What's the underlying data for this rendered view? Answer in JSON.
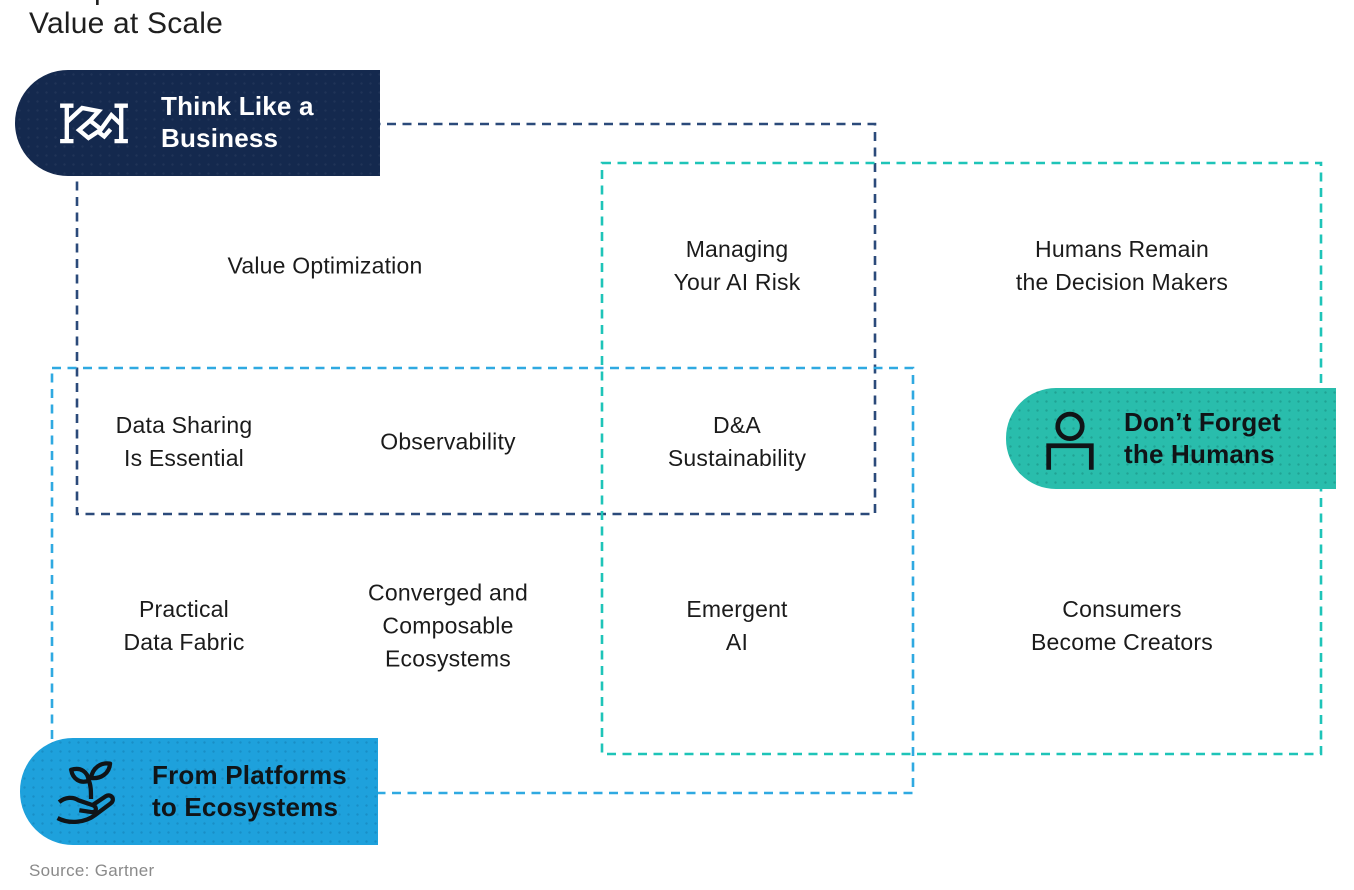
{
  "title": {
    "clipped_fragment": "p",
    "line": "Value at Scale"
  },
  "source": "Source: Gartner",
  "colors": {
    "navy_pill": "#14294E",
    "navy_dash": "#2B4A7A",
    "teal_pill": "#29BDAC",
    "teal_dash": "#1EC4B8",
    "blue_pill": "#1EA1DC",
    "blue_dash": "#2FA9E1",
    "trend_text": "#1B1B1B",
    "source_text": "#8A8A8A"
  },
  "themes": [
    {
      "id": "think-like-a-business",
      "label": "Think Like a\nBusiness",
      "icon": "handshake-icon",
      "pill_color": "#14294E",
      "text_color": "#FFFFFF",
      "dash_color": "#2B4A7A"
    },
    {
      "id": "dont-forget-the-humans",
      "label": "Don’t Forget\nthe Humans",
      "icon": "person-icon",
      "pill_color": "#29BDAC",
      "text_color": "#101417",
      "dash_color": "#1EC4B8"
    },
    {
      "id": "from-platforms-to-ecosystems",
      "label": "From Platforms\nto Ecosystems",
      "icon": "hand-plant-icon",
      "pill_color": "#1EA1DC",
      "text_color": "#101417",
      "dash_color": "#2FA9E1"
    }
  ],
  "trends": [
    {
      "label": "Value Optimization",
      "themes": [
        "think-like-a-business"
      ]
    },
    {
      "label": "Managing\nYour AI Risk",
      "themes": [
        "think-like-a-business",
        "dont-forget-the-humans"
      ]
    },
    {
      "label": "Humans Remain\nthe Decision Makers",
      "themes": [
        "dont-forget-the-humans"
      ]
    },
    {
      "label": "Data Sharing\nIs Essential",
      "themes": [
        "think-like-a-business",
        "from-platforms-to-ecosystems"
      ]
    },
    {
      "label": "Observability",
      "themes": [
        "think-like-a-business",
        "from-platforms-to-ecosystems"
      ]
    },
    {
      "label": "D&A\nSustainability",
      "themes": [
        "think-like-a-business",
        "dont-forget-the-humans",
        "from-platforms-to-ecosystems"
      ]
    },
    {
      "label": "Practical\nData Fabric",
      "themes": [
        "from-platforms-to-ecosystems"
      ]
    },
    {
      "label": "Converged and\nComposable\nEcosystems",
      "themes": [
        "from-platforms-to-ecosystems"
      ]
    },
    {
      "label": "Emergent\nAI",
      "themes": [
        "dont-forget-the-humans",
        "from-platforms-to-ecosystems"
      ]
    },
    {
      "label": "Consumers\nBecome Creators",
      "themes": [
        "dont-forget-the-humans"
      ]
    }
  ]
}
